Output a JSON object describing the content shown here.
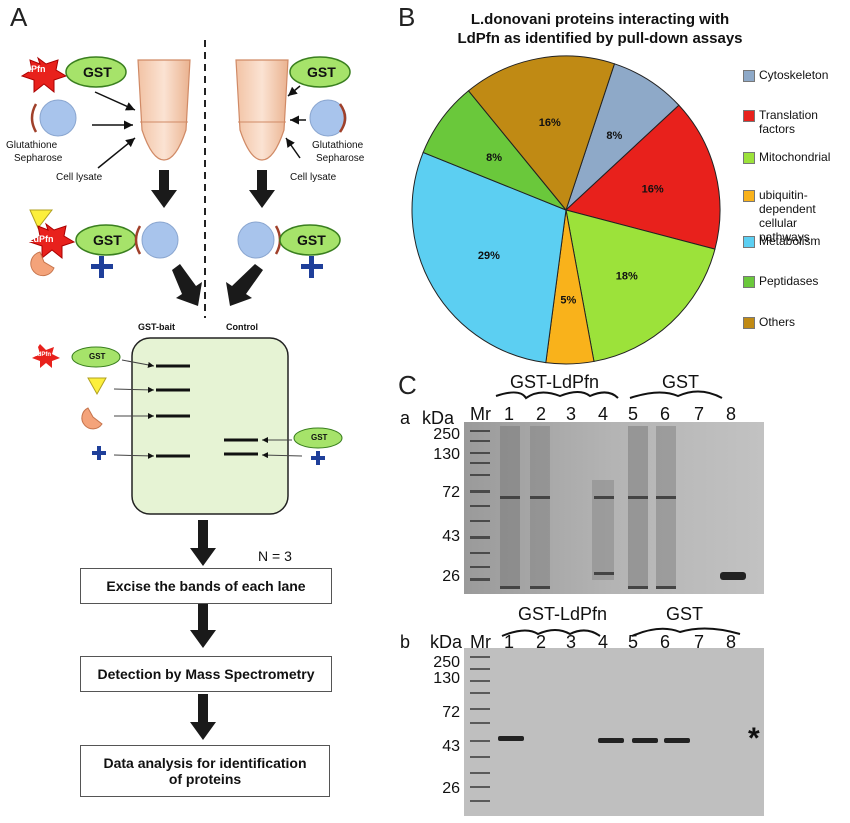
{
  "panelA": {
    "letter": "A",
    "ldpfn": "LdPfn",
    "gst": "GST",
    "glutathione": "Glutathione",
    "sepharose": "Sepharose",
    "cell_lysate": "Cell lysate",
    "gst_bait": "GST-bait",
    "control": "Control",
    "n_label": "N = 3",
    "steps": [
      "Excise the bands of each lane",
      "Detection by Mass Spectrometry",
      "Data analysis for identification of proteins"
    ]
  },
  "panelB": {
    "letter": "B",
    "title_line1": "L.donovani proteins interacting with",
    "title_line2": "LdPfn as identified by pull-down assays"
  },
  "chart_data": {
    "type": "pie",
    "title": "L.donovani proteins interacting with LdPfn as identified by pull-down assays",
    "slices": [
      {
        "label": "Cytoskeleton",
        "value": 8,
        "color": "#8EA9C8"
      },
      {
        "label": "Translation factors",
        "value": 16,
        "color": "#E8211C"
      },
      {
        "label": "Mitochondrial",
        "value": 18,
        "color": "#9CE23A"
      },
      {
        "label": "ubiquitin-dependent cellular pathways",
        "value": 5,
        "color": "#F9B21B"
      },
      {
        "label": "Metabolism",
        "value": 29,
        "color": "#5CCFF2"
      },
      {
        "label": "Peptidases",
        "value": 8,
        "color": "#6AC83B"
      },
      {
        "label": "Others",
        "value": 16,
        "color": "#C08A14"
      }
    ],
    "legend_position": "right"
  },
  "panelC": {
    "letter": "C",
    "sub_a": "a",
    "sub_b": "b",
    "kda": "kDa",
    "mr": "Mr",
    "group1": "GST-LdPfn",
    "group2": "GST",
    "lanes": [
      "1",
      "2",
      "3",
      "4",
      "5",
      "6",
      "7",
      "8"
    ],
    "mw_markers": [
      "250",
      "130",
      "72",
      "43",
      "26"
    ],
    "asterisk": "*"
  }
}
